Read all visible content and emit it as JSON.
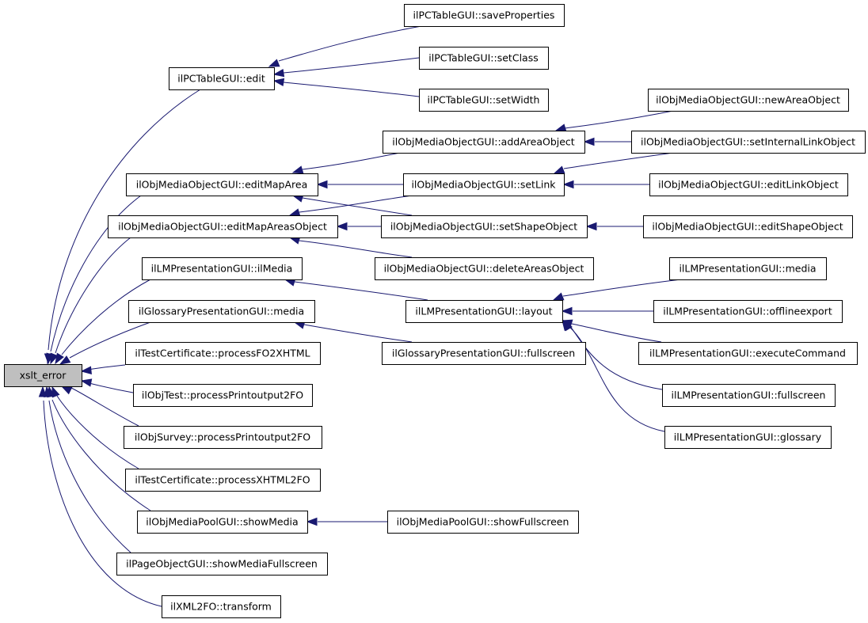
{
  "colors": {
    "edge": "#191970",
    "node_border": "#000000",
    "root_fill": "#bfbfbf",
    "node_fill": "#ffffff"
  },
  "nodes": [
    {
      "id": "xslt_error",
      "label": "xslt_error"
    },
    {
      "id": "pctable_save",
      "label": "ilPCTableGUI::saveProperties"
    },
    {
      "id": "pctable_setclass",
      "label": "ilPCTableGUI::setClass"
    },
    {
      "id": "pctable_edit",
      "label": "ilPCTableGUI::edit"
    },
    {
      "id": "pctable_setwidth",
      "label": "ilPCTableGUI::setWidth"
    },
    {
      "id": "omo_newarea",
      "label": "ilObjMediaObjectGUI::newAreaObject"
    },
    {
      "id": "omo_addarea",
      "label": "ilObjMediaObjectGUI::addAreaObject"
    },
    {
      "id": "omo_setinternal",
      "label": "ilObjMediaObjectGUI::setInternalLinkObject"
    },
    {
      "id": "omo_editmaparea",
      "label": "ilObjMediaObjectGUI::editMapArea"
    },
    {
      "id": "omo_setlink",
      "label": "ilObjMediaObjectGUI::setLink"
    },
    {
      "id": "omo_editlink",
      "label": "ilObjMediaObjectGUI::editLinkObject"
    },
    {
      "id": "omo_editmapareas",
      "label": "ilObjMediaObjectGUI::editMapAreasObject"
    },
    {
      "id": "omo_setshape",
      "label": "ilObjMediaObjectGUI::setShapeObject"
    },
    {
      "id": "omo_editshape",
      "label": "ilObjMediaObjectGUI::editShapeObject"
    },
    {
      "id": "lm_ilmedia",
      "label": "ilLMPresentationGUI::ilMedia"
    },
    {
      "id": "omo_deleteareas",
      "label": "ilObjMediaObjectGUI::deleteAreasObject"
    },
    {
      "id": "lm_media",
      "label": "ilLMPresentationGUI::media"
    },
    {
      "id": "gloss_media",
      "label": "ilGlossaryPresentationGUI::media"
    },
    {
      "id": "lm_layout",
      "label": "ilLMPresentationGUI::layout"
    },
    {
      "id": "lm_offline",
      "label": "ilLMPresentationGUI::offlineexport"
    },
    {
      "id": "testcert_fo2xhtml",
      "label": "ilTestCertificate::processFO2XHTML"
    },
    {
      "id": "gloss_fullscreen",
      "label": "ilGlossaryPresentationGUI::fullscreen"
    },
    {
      "id": "lm_execute",
      "label": "ilLMPresentationGUI::executeCommand"
    },
    {
      "id": "objtest_print",
      "label": "ilObjTest::processPrintoutput2FO"
    },
    {
      "id": "lm_fullscreen",
      "label": "ilLMPresentationGUI::fullscreen"
    },
    {
      "id": "objsurvey_print",
      "label": "ilObjSurvey::processPrintoutput2FO"
    },
    {
      "id": "lm_glossary",
      "label": "ilLMPresentationGUI::glossary"
    },
    {
      "id": "testcert_xhtml2fo",
      "label": "ilTestCertificate::processXHTML2FO"
    },
    {
      "id": "mediapool_showmedia",
      "label": "ilObjMediaPoolGUI::showMedia"
    },
    {
      "id": "mediapool_showfull",
      "label": "ilObjMediaPoolGUI::showFullscreen"
    },
    {
      "id": "pageobj_showmediafull",
      "label": "ilPageObjectGUI::showMediaFullscreen"
    },
    {
      "id": "xml2fo_transform",
      "label": "ilXML2FO::transform"
    }
  ],
  "edges": [
    {
      "from": "pctable_edit",
      "to": "xslt_error"
    },
    {
      "from": "omo_editmaparea",
      "to": "xslt_error"
    },
    {
      "from": "omo_editmapareas",
      "to": "xslt_error"
    },
    {
      "from": "lm_ilmedia",
      "to": "xslt_error"
    },
    {
      "from": "gloss_media",
      "to": "xslt_error"
    },
    {
      "from": "testcert_fo2xhtml",
      "to": "xslt_error"
    },
    {
      "from": "objtest_print",
      "to": "xslt_error"
    },
    {
      "from": "objsurvey_print",
      "to": "xslt_error"
    },
    {
      "from": "testcert_xhtml2fo",
      "to": "xslt_error"
    },
    {
      "from": "mediapool_showmedia",
      "to": "xslt_error"
    },
    {
      "from": "pageobj_showmediafull",
      "to": "xslt_error"
    },
    {
      "from": "xml2fo_transform",
      "to": "xslt_error"
    },
    {
      "from": "pctable_save",
      "to": "pctable_edit"
    },
    {
      "from": "pctable_setclass",
      "to": "pctable_edit"
    },
    {
      "from": "pctable_setwidth",
      "to": "pctable_edit"
    },
    {
      "from": "omo_addarea",
      "to": "omo_editmaparea"
    },
    {
      "from": "omo_setlink",
      "to": "omo_editmaparea"
    },
    {
      "from": "omo_setshape",
      "to": "omo_editmaparea"
    },
    {
      "from": "omo_setlink",
      "to": "omo_editmapareas"
    },
    {
      "from": "omo_setshape",
      "to": "omo_editmapareas"
    },
    {
      "from": "omo_deleteareas",
      "to": "omo_editmapareas"
    },
    {
      "from": "omo_newarea",
      "to": "omo_addarea"
    },
    {
      "from": "omo_setinternal",
      "to": "omo_addarea"
    },
    {
      "from": "omo_setinternal",
      "to": "omo_setlink"
    },
    {
      "from": "omo_editlink",
      "to": "omo_setlink"
    },
    {
      "from": "omo_editshape",
      "to": "omo_setshape"
    },
    {
      "from": "lm_layout",
      "to": "lm_ilmedia"
    },
    {
      "from": "gloss_fullscreen",
      "to": "gloss_media"
    },
    {
      "from": "lm_media",
      "to": "lm_layout"
    },
    {
      "from": "lm_offline",
      "to": "lm_layout"
    },
    {
      "from": "lm_execute",
      "to": "lm_layout"
    },
    {
      "from": "lm_fullscreen",
      "to": "lm_layout"
    },
    {
      "from": "lm_glossary",
      "to": "lm_layout"
    },
    {
      "from": "mediapool_showfull",
      "to": "mediapool_showmedia"
    }
  ]
}
